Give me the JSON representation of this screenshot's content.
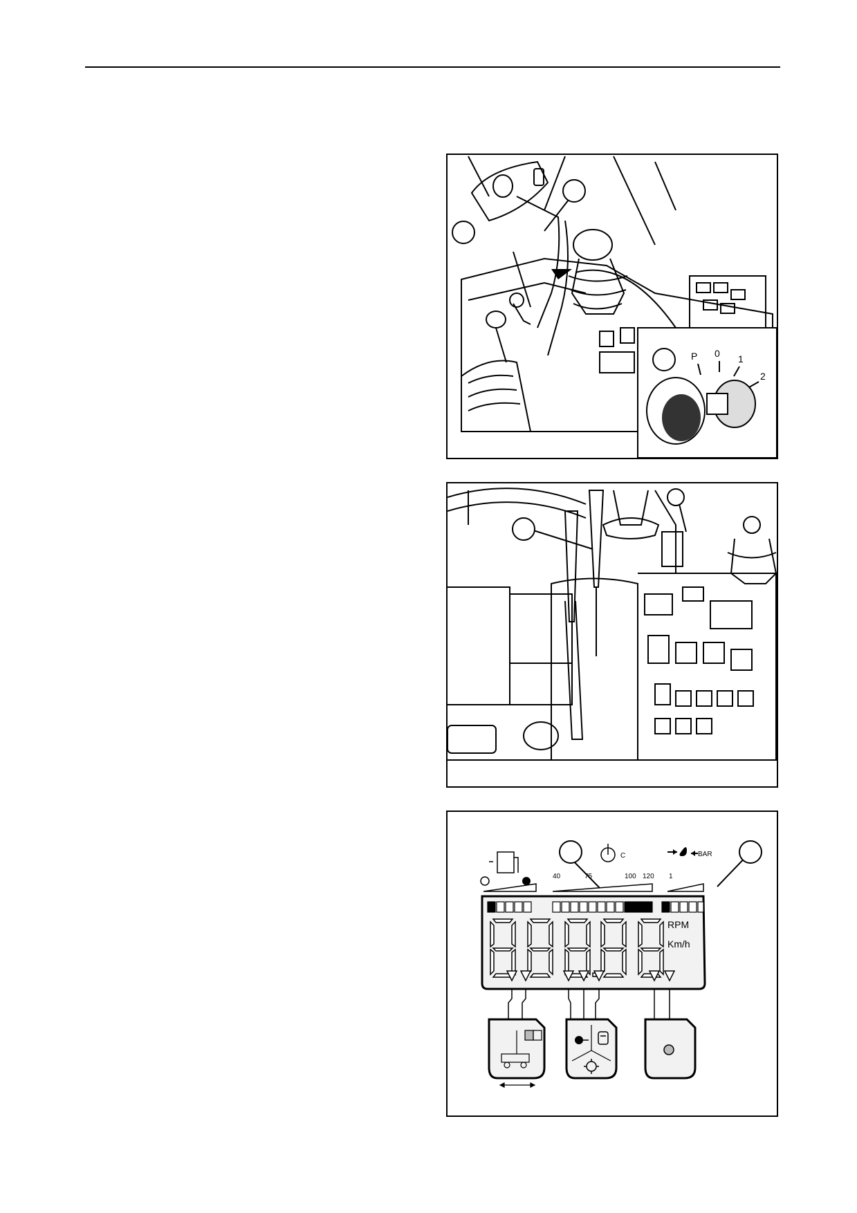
{
  "figures": [
    {
      "id": "ignition-key-switch",
      "switch_positions": [
        "P",
        "0",
        "1",
        "2"
      ]
    },
    {
      "id": "hand-levers"
    },
    {
      "id": "instrument-display",
      "temperature_unit": "C",
      "temperature_scale": [
        "40",
        "75",
        "100",
        "120"
      ],
      "oil_pressure_unit": "BAR",
      "oil_pressure_scale_start": "1",
      "units": [
        "RPM",
        "Km/h"
      ]
    }
  ]
}
